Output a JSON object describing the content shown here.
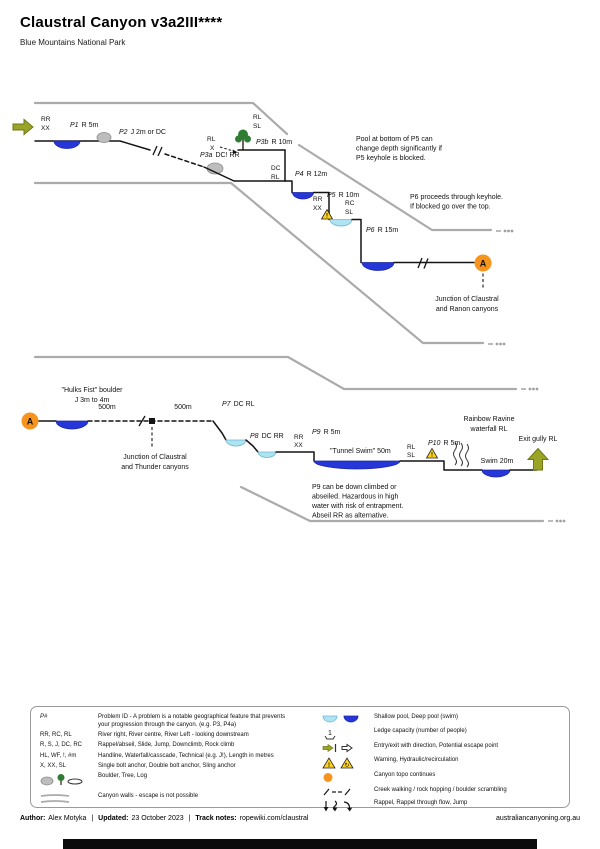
{
  "header": {
    "title": "Claustral Canyon v3a2III****",
    "subtitle": "Blue Mountains National Park"
  },
  "topo": {
    "warning_glyph": "!",
    "section1": {
      "start_anchor": {
        "top": "RR",
        "bottom": "XX"
      },
      "p1": {
        "id": "P1",
        "rest": "R 5m"
      },
      "p2": {
        "id": "P2",
        "rest": "J 2m or DC"
      },
      "p3a": {
        "id": "P3a",
        "rest": "DC! RR"
      },
      "rlx": {
        "top": "RL",
        "bottom": "X"
      },
      "tree_anchor": {
        "top": "RL",
        "bottom": "SL"
      },
      "p3b": {
        "id": "P3b",
        "rest": "R 10m"
      },
      "p4_anchor": {
        "top": "DC",
        "bottom": "RL"
      },
      "p4": {
        "id": "P4",
        "rest": "R 12m"
      },
      "p5_anchor_left": {
        "top": "RR",
        "bottom": "XX"
      },
      "p5": {
        "id": "P5",
        "rest": "R 10m"
      },
      "p5_anchor_right": {
        "top": "RC",
        "bottom": "SL"
      },
      "p6": {
        "id": "P6",
        "rest": "R 15m"
      },
      "continue_label": "A",
      "junction_note": {
        "line1": "Junction of Claustral",
        "line2": "and Ranon canyons"
      },
      "note_p5": {
        "line1": "Pool at bottom of P5 can",
        "line2": "change depth significantly if",
        "line3": "P5 keyhole is blocked."
      },
      "note_p6": {
        "line1": "P6 proceeds through keyhole.",
        "line2": "If blocked go over the top."
      }
    },
    "section2": {
      "continue_label": "A",
      "hulks_note": {
        "line1": "\"Hulks Fist\" boulder",
        "line2": "J 3m to 4m"
      },
      "dist1": "500m",
      "dist2": "500m",
      "junction_note": {
        "line1": "Junction of Claustral",
        "line2": "and Thunder canyons"
      },
      "p7": {
        "id": "P7",
        "rest": "DC RL"
      },
      "p8": {
        "id": "P8",
        "rest": "DC RR"
      },
      "p9_anchor": {
        "top": "RR",
        "bottom": "XX"
      },
      "p9": {
        "id": "P9",
        "rest": "R 5m"
      },
      "tunnel_swim": "\"Tunnel Swim\" 50m",
      "p10_anchor": {
        "top": "RL",
        "bottom": "SL"
      },
      "p10": {
        "id": "P10",
        "rest": "R 5m"
      },
      "rainbow_note": {
        "line1": "Rainbow Ravine",
        "line2": "waterfall RL"
      },
      "swim": "Swim 20m",
      "exit_label": "Exit gully RL",
      "note_p9": {
        "line1": "P9 can be down climbed or",
        "line2": "abseiled. Hazardous in high",
        "line3": "water with risk of entrapment.",
        "line4": "Abseil RR as alternative."
      }
    }
  },
  "legend": {
    "ledge_number": "1",
    "left": [
      {
        "term": "P#",
        "desc": "Problem ID - A problem is a notable geographical feature that prevents your progression through the canyon. (e.g. P3, P4a)"
      },
      {
        "term": "RR, RC, RL",
        "desc": "River right, River centre, River Left - looking downstream"
      },
      {
        "term": "R, S, J, DC, RC",
        "desc": "Rappel/abseil, Slide, Jump, Downclimb, Rock climb"
      },
      {
        "term": "HL, WF, !, #m",
        "desc": "Handline, Waterfall/casscade, Technical (e.g. J!), Length in metres"
      },
      {
        "term": "X, XX, SL",
        "desc": "Single bolt anchor, Double bolt anchor, Sling anchor"
      },
      {
        "term": "",
        "desc": "Boulder, Tree, Log",
        "icon": "boulder-tree-log"
      },
      {
        "term": "",
        "desc": "Canyon walls - escape is not possible",
        "icon": "canyon-walls"
      }
    ],
    "right": [
      {
        "desc": "Shallow pool, Deep pool (swim)",
        "icon": "pools"
      },
      {
        "desc": "Ledge capacity (number of people)",
        "icon": "ledge"
      },
      {
        "desc": "Entry/exit with direction, Potential escape point",
        "icon": "entry-exit"
      },
      {
        "desc": "Warning, Hydraulic/recirculation",
        "icon": "warning-hydraulic"
      },
      {
        "desc": "Canyon topo continues",
        "icon": "topo-continues"
      },
      {
        "desc": "Creek walking / rock hopping / boulder scrambling",
        "icon": "creek-walking"
      },
      {
        "desc": "Rappel, Rappel through flow, Jump",
        "icon": "rappel-arrows"
      }
    ]
  },
  "footer": {
    "author_label": "Author:",
    "author": "Alex Motyka",
    "sep": "|",
    "updated_label": "Updated:",
    "updated": "23 October 2023",
    "track_label": "Track notes:",
    "track": "ropewiki.com/claustral",
    "site": "australiancanyoning.org.au"
  }
}
